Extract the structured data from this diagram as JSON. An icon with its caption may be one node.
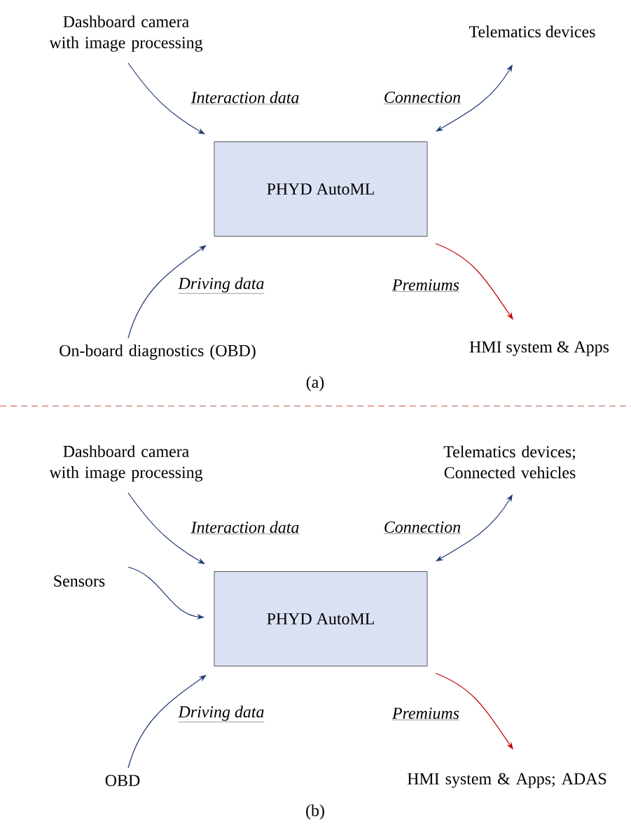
{
  "diagram": {
    "nodes": [
      {
        "text": [
          "Dashboard camera with image processing"
        ]
      },
      {
        "text": [
          "Telematics devices"
        ]
      },
      {
        "text": [
          "PHYD AutoML"
        ]
      },
      {
        "text": [
          "On-board diagnostics (OBD)"
        ]
      },
      {
        "text": [
          "HMI system & Apps"
        ]
      },
      {
        "text": [
          "Dashboard camera with image processing"
        ]
      },
      {
        "text": [
          "Telematics devices; Connected vehicles"
        ]
      },
      {
        "text": [
          "Sensors"
        ]
      },
      {
        "text": [
          "PHYD AutoML"
        ]
      },
      {
        "text": [
          "OBD"
        ]
      },
      {
        "text": [
          "HMI system & Apps; ADAS"
        ]
      }
    ],
    "edges": [
      {
        "from": 0,
        "to": 2,
        "arrow": "to",
        "label": "Interaction data"
      },
      {
        "from": 2,
        "to": 1,
        "arrow": "both",
        "label": "Connection"
      },
      {
        "from": 3,
        "to": 2,
        "arrow": "to",
        "label": "Driving data"
      },
      {
        "from": 2,
        "to": 4,
        "arrow": "to",
        "label": "Premiums",
        "color": "#c00000"
      },
      {
        "from": 5,
        "to": 8,
        "arrow": "to",
        "label": "Interaction data"
      },
      {
        "from": 8,
        "to": 6,
        "arrow": "both",
        "label": "Connection"
      },
      {
        "from": 7,
        "to": 8,
        "arrow": "to"
      },
      {
        "from": 9,
        "to": 8,
        "arrow": "to",
        "label": "Driving data"
      },
      {
        "from": 8,
        "to": 10,
        "arrow": "to",
        "label": "Premiums",
        "color": "#c00000"
      }
    ],
    "labels": [
      "(a)",
      "(b)"
    ]
  }
}
